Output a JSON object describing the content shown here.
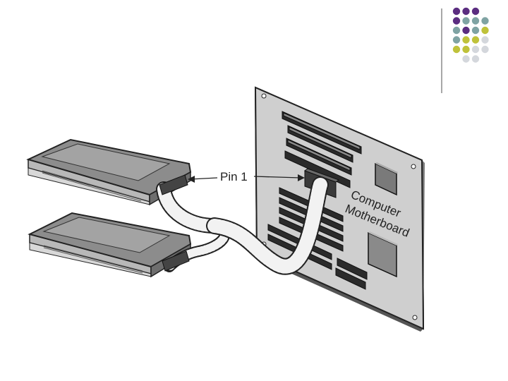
{
  "labels": {
    "pin1": "Pin 1",
    "motherboard_line1": "Computer",
    "motherboard_line2": "Motherboard"
  },
  "decoration": {
    "dot_grid": [
      [
        "purple",
        "purple",
        "purple",
        "none"
      ],
      [
        "purple",
        "teal",
        "teal",
        "teal"
      ],
      [
        "teal",
        "purple",
        "teal",
        "olive"
      ],
      [
        "teal",
        "olive",
        "olive",
        "lightgray"
      ],
      [
        "olive",
        "olive",
        "lightgray",
        "lightgray"
      ],
      [
        "none",
        "lightgray",
        "lightgray",
        "none"
      ]
    ],
    "colors": {
      "purple": "#5b2d80",
      "teal": "#7fa3a3",
      "olive": "#bfc23a",
      "lightgray": "#d4d7dc",
      "divider": "#8a8a8a"
    }
  }
}
